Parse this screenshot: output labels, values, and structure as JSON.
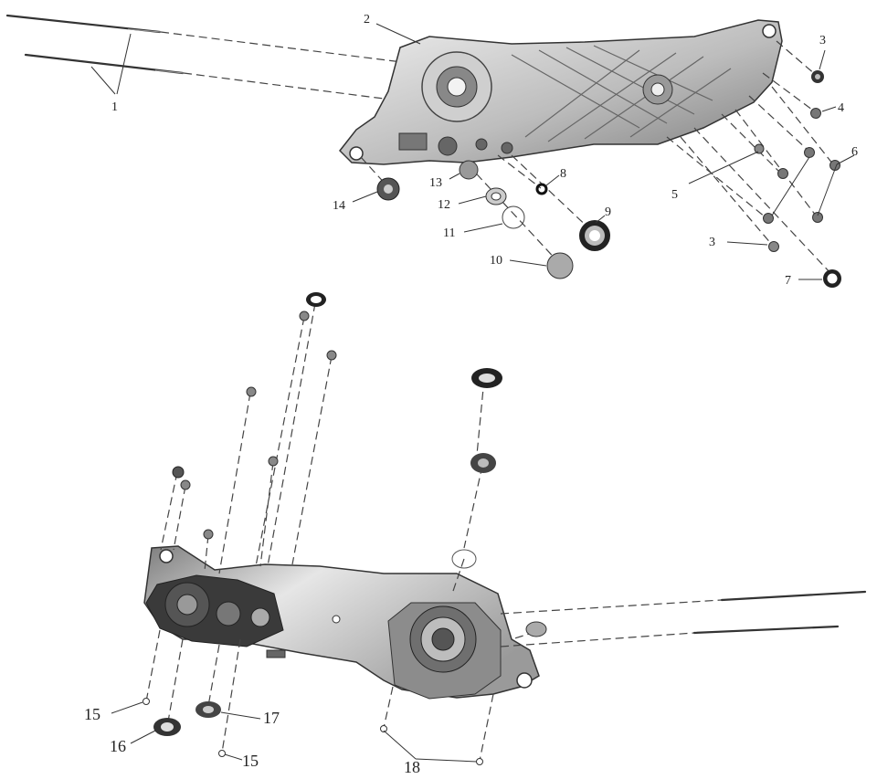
{
  "callouts": [
    {
      "id": "c1",
      "label": "1"
    },
    {
      "id": "c2",
      "label": "2"
    },
    {
      "id": "c3a",
      "label": "3"
    },
    {
      "id": "c3b",
      "label": "3"
    },
    {
      "id": "c4",
      "label": "4"
    },
    {
      "id": "c5",
      "label": "5"
    },
    {
      "id": "c6",
      "label": "6"
    },
    {
      "id": "c7",
      "label": "7"
    },
    {
      "id": "c8",
      "label": "8"
    },
    {
      "id": "c9",
      "label": "9"
    },
    {
      "id": "c10",
      "label": "10"
    },
    {
      "id": "c11",
      "label": "11"
    },
    {
      "id": "c12",
      "label": "12"
    },
    {
      "id": "c13",
      "label": "13"
    },
    {
      "id": "c14",
      "label": "14"
    },
    {
      "id": "c15a",
      "label": "15"
    },
    {
      "id": "c15b",
      "label": "15"
    },
    {
      "id": "c16",
      "label": "16"
    },
    {
      "id": "c17",
      "label": "17"
    },
    {
      "id": "c18",
      "label": "18"
    }
  ],
  "colors": {
    "casing_light": "#d9d9d9",
    "casing_mid": "#a6a6a6",
    "casing_dark": "#555555",
    "line": "#333333",
    "background": "#ffffff"
  }
}
